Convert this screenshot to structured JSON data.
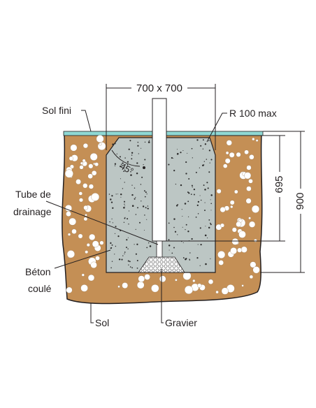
{
  "labels": {
    "width_dim": "700 x 700",
    "finished_ground": "Sol fini",
    "radius": "R 100 max",
    "angle": "45°",
    "drain_line1": "Tube de",
    "drain_line2": "drainage",
    "concrete_line1": "Béton",
    "concrete_line2": "coulé",
    "soil": "Sol",
    "gravel": "Gravier",
    "depth_concrete": "695",
    "depth_total": "900"
  },
  "colors": {
    "soil": "#c48f55",
    "soil_outline": "#231f20",
    "concrete": "#bcc6c4",
    "finished_ground": "#8fd8d4",
    "post": "#ffffff",
    "gravel": "#e9ecea"
  }
}
